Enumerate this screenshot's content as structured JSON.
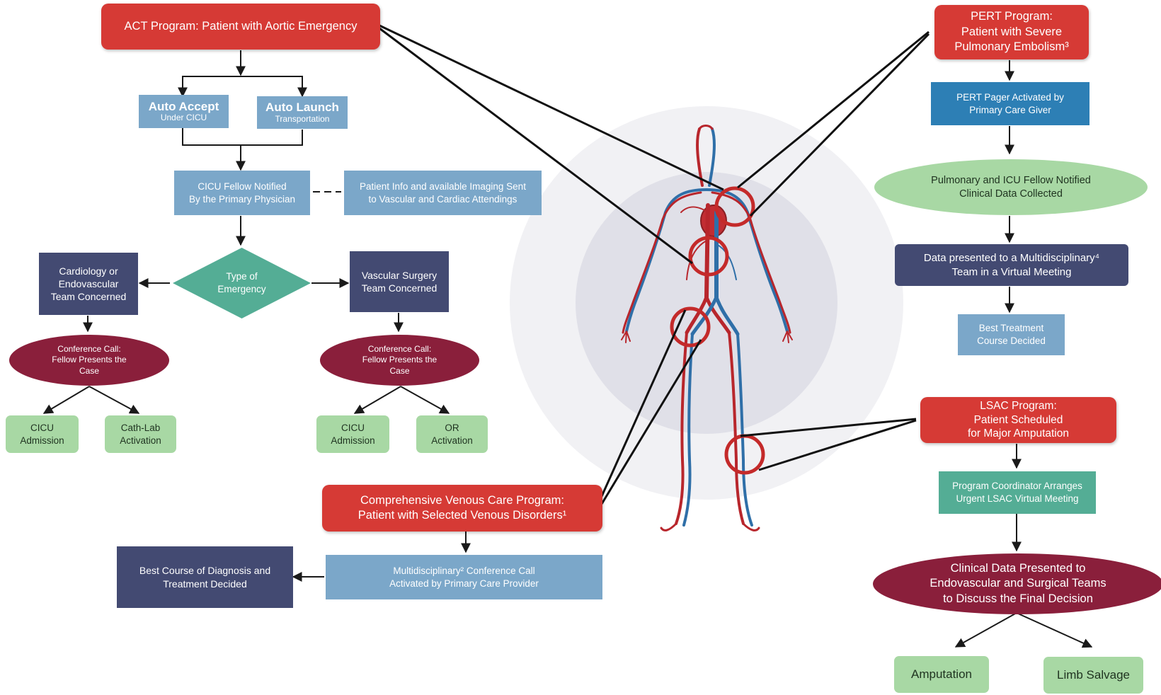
{
  "colors": {
    "red": "#d63a35",
    "light_blue": "#7ba7c9",
    "navy": "#434a72",
    "blue": "#2d7fb5",
    "teal": "#54ad95",
    "green": "#a8d8a4",
    "maroon": "#8a1f3b",
    "vein": "#2f6fa8",
    "artery": "#b8262c"
  },
  "act": {
    "title": "ACT Program: Patient with Aortic Emergency",
    "auto_accept_title": "Auto Accept",
    "auto_accept_sub": "Under CICU",
    "auto_launch_title": "Auto Launch",
    "auto_launch_sub": "Transportation",
    "cicu_fellow": "CICU Fellow Notified\nBy the Primary Physician",
    "patient_info": "Patient Info and available Imaging Sent\nto Vascular and Cardiac Attendings",
    "type_emergency": "Type of\nEmergency",
    "cardiology": "Cardiology or\nEndovascular\nTeam Concerned",
    "vascular": "Vascular Surgery\nTeam Concerned",
    "conference_left": "Conference Call:\nFellow Presents the\nCase",
    "conference_right": "Conference Call:\nFellow Presents the\nCase",
    "cicu_admission_left": "CICU\nAdmission",
    "cathlab": "Cath-Lab\nActivation",
    "cicu_admission_right": "CICU\nAdmission",
    "or_activation": "OR\nActivation"
  },
  "venous": {
    "title": "Comprehensive Venous Care Program:\nPatient with Selected Venous Disorders¹",
    "conference": "Multidisciplinary² Conference Call\nActivated by Primary Care Provider",
    "best_course": "Best Course of Diagnosis and\nTreatment Decided"
  },
  "pert": {
    "title": "PERT Program:\nPatient with Severe\nPulmonary Embolism³",
    "pager": "PERT Pager Activated by\nPrimary Care Giver",
    "fellow": "Pulmonary and ICU Fellow Notified\nClinical Data Collected",
    "data": "Data presented to a Multidisciplinary⁴\nTeam in a Virtual Meeting",
    "best": "Best Treatment\nCourse Decided"
  },
  "lsac": {
    "title": "LSAC Program:\nPatient Scheduled\nfor Major Amputation",
    "coordinator": "Program Coordinator Arranges\nUrgent LSAC Virtual Meeting",
    "clinical": "Clinical Data Presented to\nEndovascular and Surgical Teams\nto Discuss the Final Decision",
    "amputation": "Amputation",
    "limb_salvage": "Limb Salvage"
  }
}
